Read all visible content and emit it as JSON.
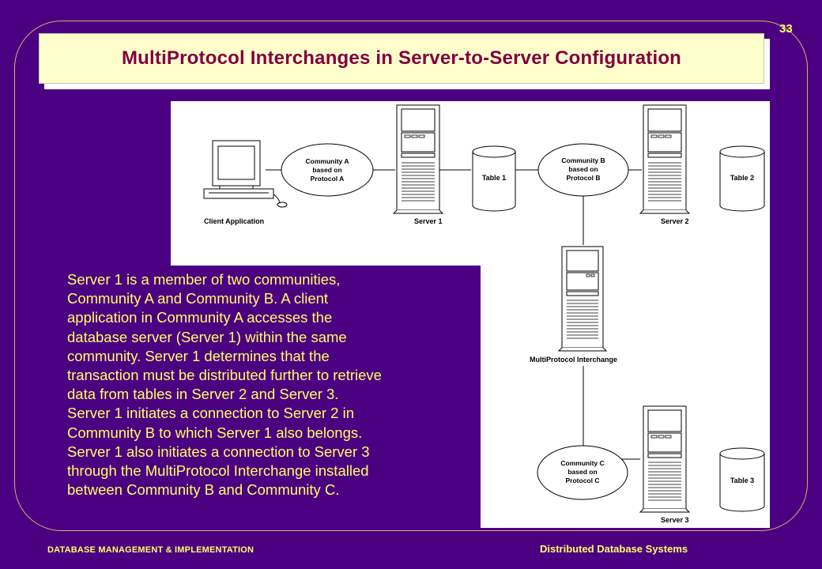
{
  "slide": {
    "number": "33",
    "title": "MultiProtocol Interchanges in Server-to-Server Configuration",
    "footer_left": "DATABASE  MANAGEMENT  & IMPLEMENTATION",
    "footer_right": "Distributed Database Systems"
  },
  "diagram": {
    "client_label": "Client Application",
    "server1_label": "Server 1",
    "server2_label": "Server 2",
    "server3_label": "Server 3",
    "interchange_label": "MultiProtocol  Interchange",
    "table1_label": "Table 1",
    "table2_label": "Table 2",
    "table3_label": "Table 3",
    "community_a": [
      "Community A",
      "based on",
      "Protocol A"
    ],
    "community_b": [
      "Community B",
      "based on",
      "Protocol B"
    ],
    "community_c": [
      "Community C",
      "based on",
      "Protocol C"
    ]
  },
  "body_lines": [
    "Server 1 is a member of two communities,",
    "Community A and Community B. A client",
    "application in Community A accesses the",
    "database server (Server 1) within the same",
    "community. Server 1 determines that the",
    "transaction must be distributed further to retrieve",
    "data from tables in Server 2 and Server 3.",
    "Server 1 initiates a connection to Server 2 in",
    "Community B to which Server 1 also belongs.",
    "Server 1 also initiates a connection to Server 3",
    "through the MultiProtocol Interchange installed",
    "between Community B and Community C."
  ]
}
